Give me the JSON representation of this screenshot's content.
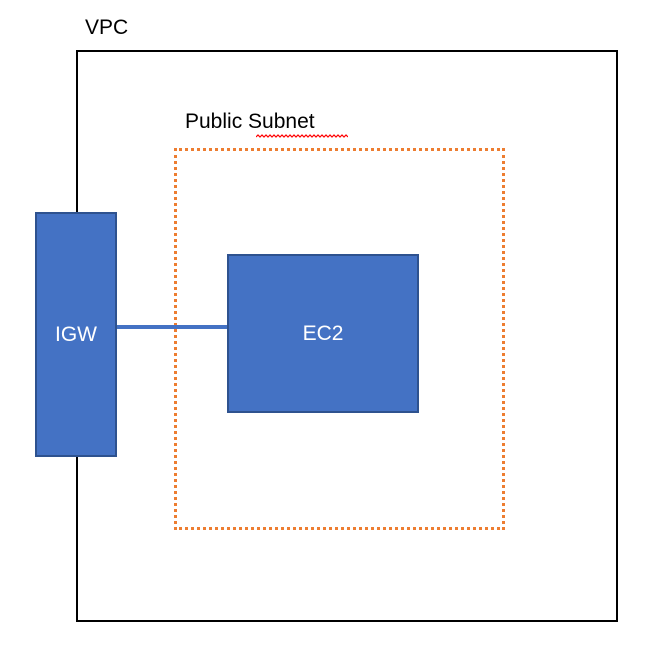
{
  "diagram": {
    "type": "aws-network-architecture",
    "background_color": "#ffffff",
    "containers": [
      {
        "id": "vpc",
        "label": "VPC",
        "style": "solid",
        "border_color": "#000000",
        "fill": "none"
      },
      {
        "id": "public-subnet",
        "label": "Public Subnet",
        "style": "dotted",
        "border_color": "#ED7D31",
        "fill": "none",
        "spellcheck_underline_word": "Subnet",
        "spellcheck_underline_color": "#FF0000"
      }
    ],
    "nodes": [
      {
        "id": "igw",
        "label": "IGW",
        "fill_color": "#4472C4",
        "border_color": "#2E528F",
        "text_color": "#FFFFFF",
        "parent": "vpc"
      },
      {
        "id": "ec2",
        "label": "EC2",
        "fill_color": "#4472C4",
        "border_color": "#2E528F",
        "text_color": "#FFFFFF",
        "parent": "public-subnet"
      }
    ],
    "connectors": [
      {
        "id": "igw-to-ec2",
        "from": "igw",
        "to": "ec2",
        "color": "#4472C4",
        "style": "solid",
        "arrow": "none"
      }
    ]
  }
}
